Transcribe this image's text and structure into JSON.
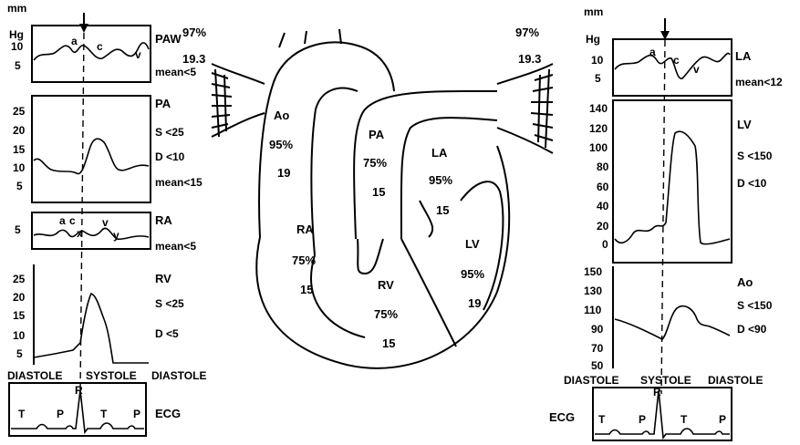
{
  "units": {
    "left_line1": "mm",
    "left_line2": "Hg",
    "right_line1": "mm",
    "right_line2": "Hg"
  },
  "left_panels": {
    "paw": {
      "name": "PAW",
      "wave_labels": [
        "a",
        "c",
        "v"
      ],
      "ticks": [
        "10",
        "5"
      ],
      "values": [
        "mean<5"
      ]
    },
    "pa": {
      "name": "PA",
      "ticks": [
        "25",
        "20",
        "15",
        "10",
        "5"
      ],
      "values": [
        "S <25",
        "D <10",
        "mean<15"
      ]
    },
    "ra": {
      "name": "RA",
      "wave_labels": [
        "a",
        "c",
        "x",
        "v",
        "y"
      ],
      "ticks": [
        "5"
      ],
      "values": [
        "mean<5"
      ]
    },
    "rv": {
      "name": "RV",
      "ticks": [
        "25",
        "20",
        "15",
        "10",
        "5"
      ],
      "values": [
        "S <25",
        "D <5"
      ]
    }
  },
  "left_phase": {
    "diastole1": "DIASTOLE",
    "systole": "SYSTOLE",
    "diastole2": "DIASTOLE"
  },
  "left_ecg": {
    "label": "ECG",
    "waves": [
      "T",
      "P",
      "R",
      "T",
      "P"
    ]
  },
  "right_panels": {
    "la": {
      "name": "LA",
      "wave_labels": [
        "a",
        "c",
        "v"
      ],
      "ticks": [
        "10",
        "5"
      ],
      "values": [
        "mean<12"
      ]
    },
    "lv": {
      "name": "LV",
      "ticks": [
        "140",
        "120",
        "100",
        "80",
        "60",
        "40",
        "20",
        "0"
      ],
      "values": [
        "S <150",
        "D <10"
      ]
    },
    "ao": {
      "name": "Ao",
      "ticks": [
        "150",
        "130",
        "110",
        "90",
        "70",
        "50"
      ],
      "values": [
        "S <150",
        "D <90"
      ]
    }
  },
  "right_phase": {
    "diastole1": "DIASTOLE",
    "systole": "SYSTOLE",
    "diastole2": "DIASTOLE"
  },
  "right_ecg": {
    "label": "ECG",
    "waves": [
      "T",
      "P",
      "R",
      "T",
      "P"
    ]
  },
  "lung_sat": {
    "left": "97%",
    "right": "97%",
    "left_pressure": "19.3",
    "right_pressure": "19.3"
  },
  "heart": {
    "ao": {
      "name": "Ao",
      "sat": "95%",
      "pressure": "19"
    },
    "pa": {
      "name": "PA",
      "sat": "75%",
      "pressure": "15"
    },
    "la": {
      "name": "LA",
      "sat": "95%",
      "pressure": "15"
    },
    "ra": {
      "name": "RA",
      "sat": "75%",
      "pressure": "15"
    },
    "rv": {
      "name": "RV",
      "sat": "75%",
      "pressure": "15"
    },
    "lv": {
      "name": "LV",
      "sat": "95%",
      "pressure": "19"
    }
  }
}
